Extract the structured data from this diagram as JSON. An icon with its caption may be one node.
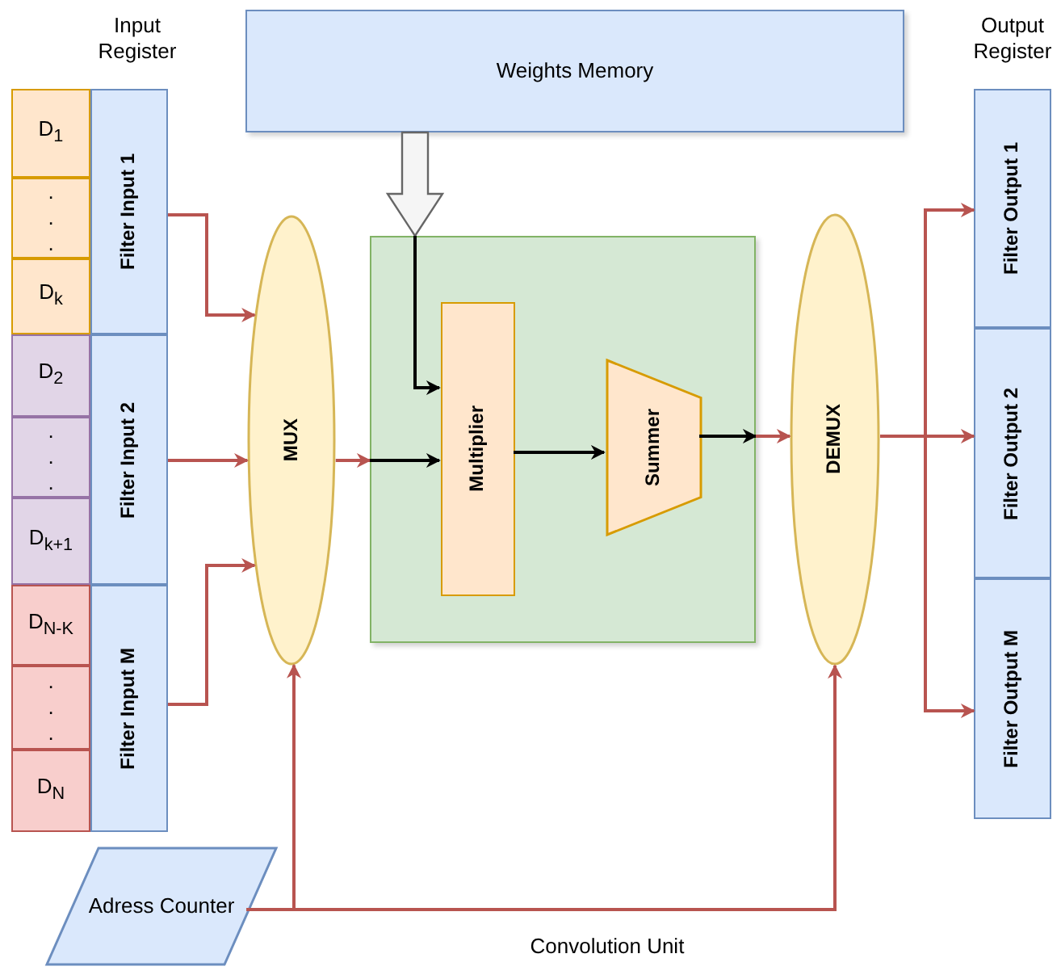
{
  "diagram": {
    "nodes": [
      {
        "text": [
          "Weights Memory"
        ]
      },
      {
        "text": [
          "D$_{1}$"
        ]
      },
      {
        "text": [
          ". . ."
        ]
      },
      {
        "text": [
          "D$_{k}$"
        ]
      },
      {
        "text": [
          "Filter Input 1"
        ]
      },
      {
        "text": [
          "D$_{2}$"
        ]
      },
      {
        "text": [
          ". . ."
        ]
      },
      {
        "text": [
          "D$_{k+1}$"
        ]
      },
      {
        "text": [
          "Filter Input 2"
        ]
      },
      {
        "text": [
          "D$_{N-K}$"
        ]
      },
      {
        "text": [
          ". . ."
        ]
      },
      {
        "text": [
          "D$_{N}$"
        ]
      },
      {
        "text": [
          "Filter Input M"
        ]
      },
      {
        "text": [
          "MUX"
        ]
      },
      {
        "text": [],
        "shape": "box"
      },
      {
        "text": [
          "Multiplier"
        ],
        "in": 14
      },
      {
        "text": [
          "Summer"
        ],
        "in": 14
      },
      {
        "text": [
          "DEMUX"
        ]
      },
      {
        "text": [
          "Filter Output 1"
        ]
      },
      {
        "text": [
          "Filter Output 2"
        ]
      },
      {
        "text": [
          "Filter Output M"
        ]
      },
      {
        "text": [
          "Adress Counter"
        ]
      }
    ],
    "edges": [
      {
        "from": 4,
        "to": 13,
        "arrow": "to"
      },
      {
        "from": 8,
        "to": 13,
        "arrow": "to"
      },
      {
        "from": 12,
        "to": 13,
        "arrow": "to"
      },
      {
        "from": 13,
        "to": 14,
        "arrow": "to"
      },
      {
        "from": 14,
        "to": 15,
        "arrow": "to",
        "color": "#000000"
      },
      {
        "from": 0,
        "to": 14,
        "arrow": "to",
        "style": "thick",
        "color": "#f5f5f5"
      },
      {
        "from": 14,
        "to": 15,
        "arrow": "to",
        "color": "#000000"
      },
      {
        "from": 15,
        "to": 16,
        "arrow": "to",
        "color": "#000000"
      },
      {
        "from": 16,
        "to": 14,
        "arrow": "to",
        "color": "#000000"
      },
      {
        "from": 14,
        "to": 17,
        "arrow": "to"
      },
      {
        "from": 17,
        "to": 18,
        "arrow": "to"
      },
      {
        "from": 17,
        "to": 19,
        "arrow": "to"
      },
      {
        "from": 17,
        "to": 20,
        "arrow": "to"
      },
      {
        "from": 21,
        "to": 13,
        "arrow": "to"
      },
      {
        "from": 21,
        "to": 17,
        "arrow": "to"
      }
    ],
    "labels": [
      "Input Register",
      "Output Register",
      "Convolution Unit"
    ]
  }
}
